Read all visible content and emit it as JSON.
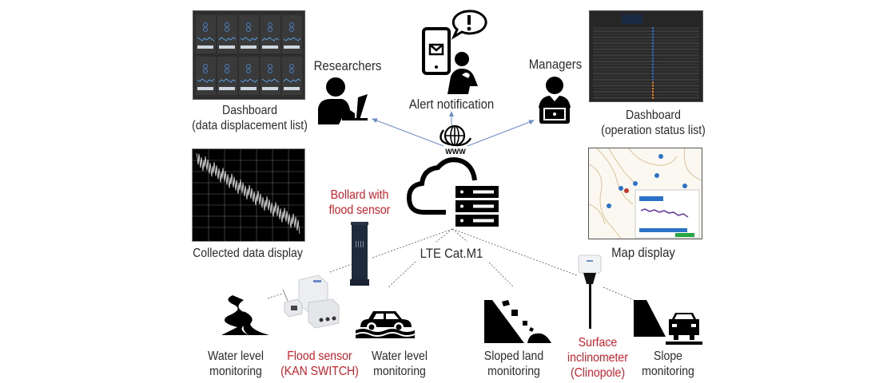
{
  "title": "IoT monitoring system overview",
  "colors": {
    "accent_red": "#d0202a",
    "text": "#2b2b2b",
    "arrow": "#6b8cc7"
  },
  "top": {
    "researchers": {
      "label": "Researchers",
      "icon": "person-laptop-icon"
    },
    "alert": {
      "label": "Alert notification",
      "icon": "phone-alert-icon"
    },
    "managers": {
      "label": "Managers",
      "icon": "manager-laptop-icon"
    }
  },
  "screens": {
    "dashboard_data": {
      "line1": "Dashboard",
      "line2": "(data displacement list)"
    },
    "dashboard_ops": {
      "line1": "Dashboard",
      "line2": "(operation status list)"
    },
    "collected": {
      "label": "Collected data display"
    },
    "map": {
      "label": "Map display"
    }
  },
  "cloud": {
    "www": "WWW",
    "network": "LTE Cat.M1",
    "icon": "cloud-server-icon"
  },
  "devices": {
    "bollard": {
      "line1": "Bollard with",
      "line2": "flood sensor"
    },
    "flood_sensor": {
      "line1": "Flood sensor",
      "line2": "(KAN SWITCH)"
    },
    "inclinometer": {
      "line1": "Surface",
      "line2": "inclinometer",
      "line3": "(Clinopole)"
    }
  },
  "use_cases": {
    "water_river": {
      "line1": "Water level",
      "line2": "monitoring",
      "icon": "river-icon"
    },
    "water_car": {
      "line1": "Water level",
      "line2": "monitoring",
      "icon": "flooded-car-icon"
    },
    "sloped_land": {
      "line1": "Sloped land",
      "line2": "monitoring",
      "icon": "rockfall-icon"
    },
    "slope": {
      "line1": "Slope",
      "line2": "monitoring",
      "icon": "slope-road-icon"
    }
  }
}
